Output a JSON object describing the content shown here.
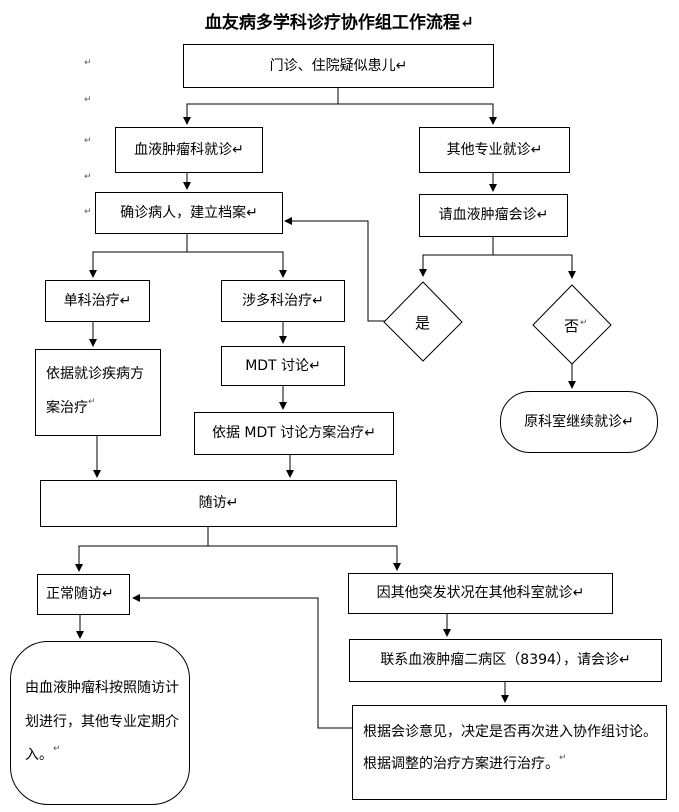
{
  "title": "血友病多学科诊疗协作组工作流程",
  "paragraph_mark": "↵",
  "nodes": {
    "outpatient": "门诊、住院疑似患儿",
    "hematology": "血液肿瘤科就诊",
    "other_specialty": "其他专业就诊",
    "confirm": "确诊病人，建立档案",
    "request_consult": "请血液肿瘤会诊",
    "yes": "是",
    "no": "否",
    "single": "单科治疗",
    "multi": "涉多科治疗",
    "original_dept": "原科室继续就诊",
    "single_plan": "依据就诊疾病方案治疗",
    "mdt": "MDT 讨论",
    "mdt_plan": "依据 MDT 讨论方案治疗",
    "followup": "随访",
    "normal_followup": "正常随访",
    "emergency": "因其他突发状况在其他科室就诊",
    "hema_long": "由血液肿瘤科按照随访计划进行，其他专业定期介入。",
    "contact": "联系血液肿瘤二病区（8394），请会诊",
    "decide": "根据会诊意见，决定是否再次进入协作组讨论。根据调整的治疗方案进行治疗。"
  }
}
